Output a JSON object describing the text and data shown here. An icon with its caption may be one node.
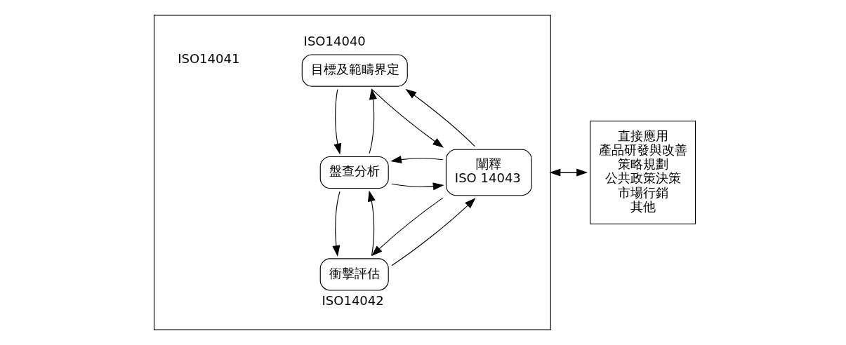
{
  "diagram": {
    "nodes": [
      {
        "text": [],
        "shape": "box"
      },
      {
        "text": [
          "目標及範疇界定"
        ],
        "in": 0,
        "beside": [
          "ISO14040"
        ]
      },
      {
        "text": [
          "盤查分析"
        ],
        "in": 0
      },
      {
        "text": [
          "衝擊評估"
        ],
        "in": 0,
        "beside": [
          "ISO14042"
        ]
      },
      {
        "text": [
          "闡釋",
          "ISO 14043"
        ],
        "in": 0
      },
      {
        "text": [
          "直接應用",
          "產品研發與改善",
          "策略規劃",
          "公共政策決策",
          "市場行銷",
          "其他"
        ]
      }
    ],
    "edges": [
      {
        "from": 1,
        "to": 4,
        "arrow": "to"
      },
      {
        "from": 4,
        "to": 1,
        "arrow": "to"
      },
      {
        "from": 1,
        "to": 2,
        "arrow": "to"
      },
      {
        "from": 2,
        "to": 1,
        "arrow": "to"
      },
      {
        "from": 2,
        "to": 4,
        "arrow": "to"
      },
      {
        "from": 4,
        "to": 2,
        "arrow": "to"
      },
      {
        "from": 2,
        "to": 3,
        "arrow": "to"
      },
      {
        "from": 3,
        "to": 2,
        "arrow": "to"
      },
      {
        "from": 3,
        "to": 4,
        "arrow": "to"
      },
      {
        "from": 4,
        "to": 3,
        "arrow": "to"
      },
      {
        "from": 0,
        "to": 5,
        "arrow": "to"
      },
      {
        "from": 5,
        "to": 0,
        "arrow": "to"
      }
    ],
    "labels": [
      "ISO14041"
    ]
  }
}
